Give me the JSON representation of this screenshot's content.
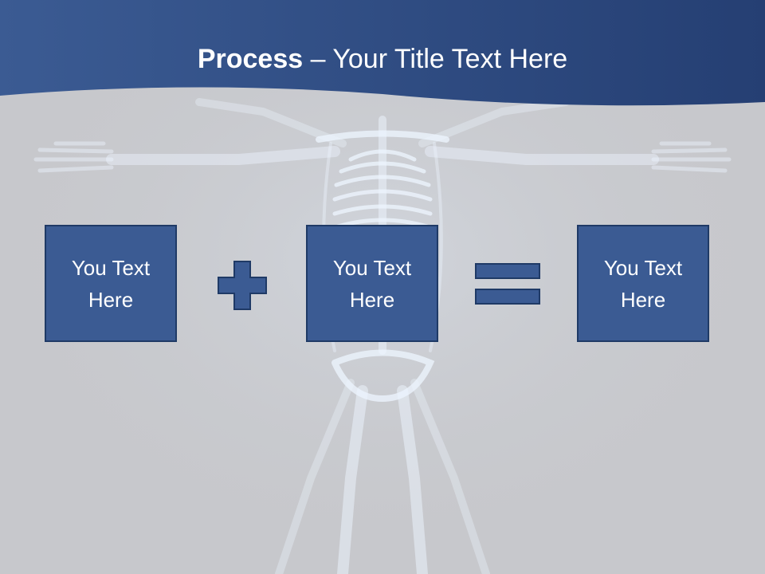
{
  "slide": {
    "title_bold": "Process",
    "title_rest": " – Your Title Text Here",
    "boxes": [
      {
        "label": "You Text Here"
      },
      {
        "label": "You Text Here"
      },
      {
        "label": "You Text Here"
      }
    ],
    "operators": [
      "plus-icon",
      "equals-icon"
    ]
  },
  "colors": {
    "background": "#c7c8cc",
    "header_dark": "#253f73",
    "header_light": "#3b5b93",
    "box_fill": "#3b5b93",
    "box_border": "#1f3a66",
    "skeleton": "#e8f2ff"
  }
}
